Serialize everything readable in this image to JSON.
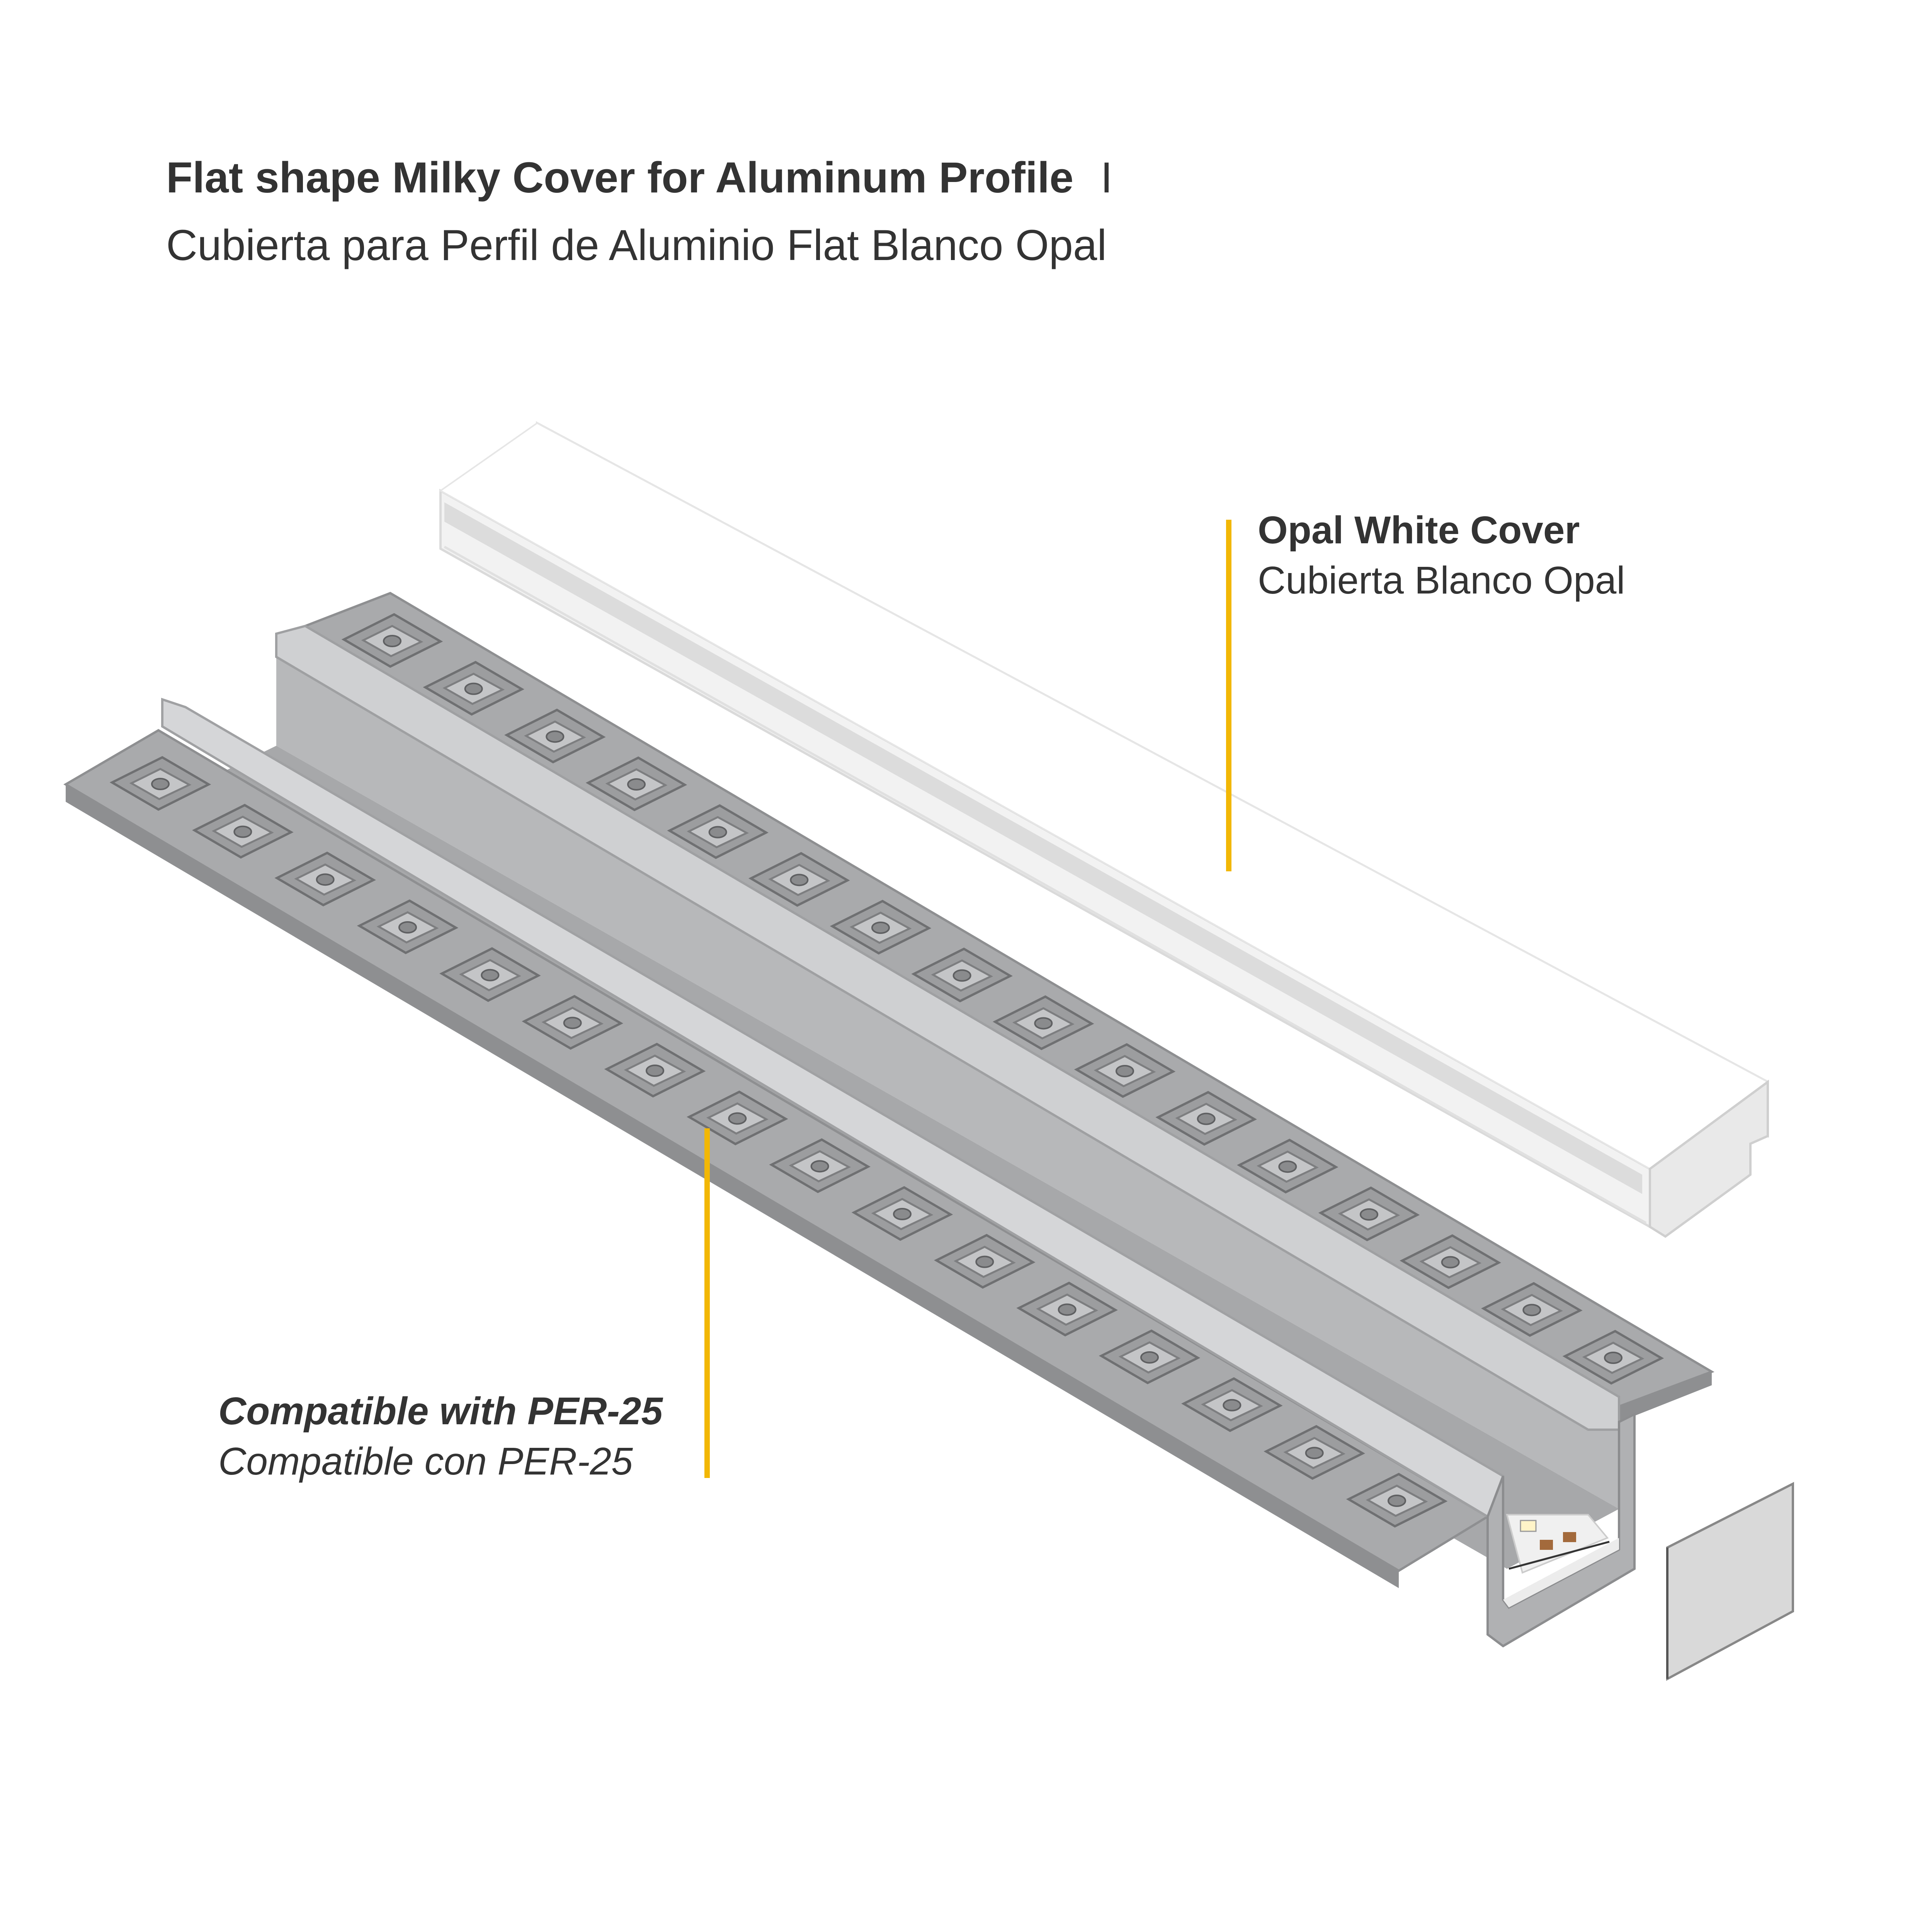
{
  "title": {
    "line1": "Flat shape Milky Cover for Aluminum Profile",
    "separator": "I",
    "line2": "Cubierta para Perfil de Aluminio Flat Blanco Opal"
  },
  "callouts": {
    "cover": {
      "label_en": "Opal White Cover",
      "label_es": "Cubierta Blanco Opal"
    },
    "compatible": {
      "label_en": "Compatible with PER-25",
      "label_es": "Compatible con PER-25"
    }
  },
  "colors": {
    "leader": "#f2b705",
    "aluminum": "#a9aaac",
    "aluminum_light": "#d3d4d6",
    "aluminum_dark": "#8e8f91",
    "cover": "#f4f4f4",
    "end_cap": "#d9d9d9",
    "text": "#333333"
  },
  "profile": {
    "mounting_slots_per_flange": 16
  }
}
